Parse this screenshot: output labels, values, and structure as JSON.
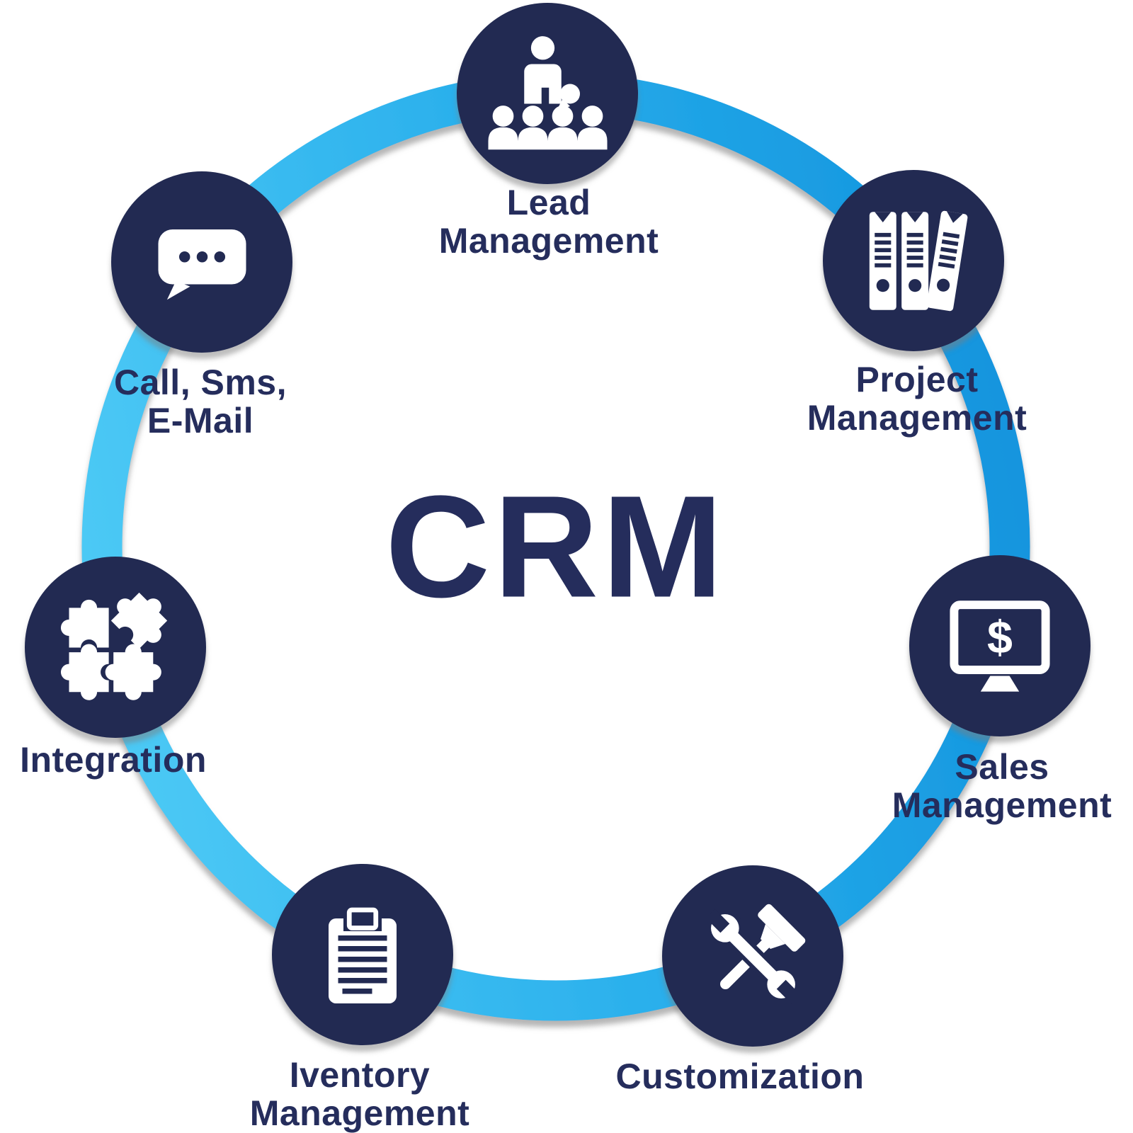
{
  "title": "CRM",
  "colors": {
    "navy": "#222A52",
    "text": "#252D5C",
    "ring_start": "#4CC9F5",
    "ring_mid": "#27ADEB",
    "ring_end": "#1495DE",
    "icon_white": "#FFFFFF"
  },
  "nodes": [
    {
      "name": "lead-management",
      "icon": "team-leader-icon",
      "label_lines": [
        "Lead",
        "Management"
      ]
    },
    {
      "name": "project-management",
      "icon": "binders-icon",
      "label_lines": [
        "Project",
        "Management"
      ]
    },
    {
      "name": "sales-management",
      "icon": "monitor-dollar-icon",
      "icon_glyph": "$",
      "label_lines": [
        "Sales",
        "Management"
      ]
    },
    {
      "name": "customization",
      "icon": "wrench-hammer-icon",
      "label_lines": [
        "Customization"
      ]
    },
    {
      "name": "iventory-management",
      "icon": "clipboard-icon",
      "label_lines": [
        "Iventory",
        "Management"
      ]
    },
    {
      "name": "integration",
      "icon": "puzzle-icon",
      "label_lines": [
        "Integration"
      ]
    },
    {
      "name": "call-sms-email",
      "icon": "chat-bubble-icon",
      "label_lines": [
        "Call, Sms,",
        "E-Mail"
      ]
    }
  ]
}
